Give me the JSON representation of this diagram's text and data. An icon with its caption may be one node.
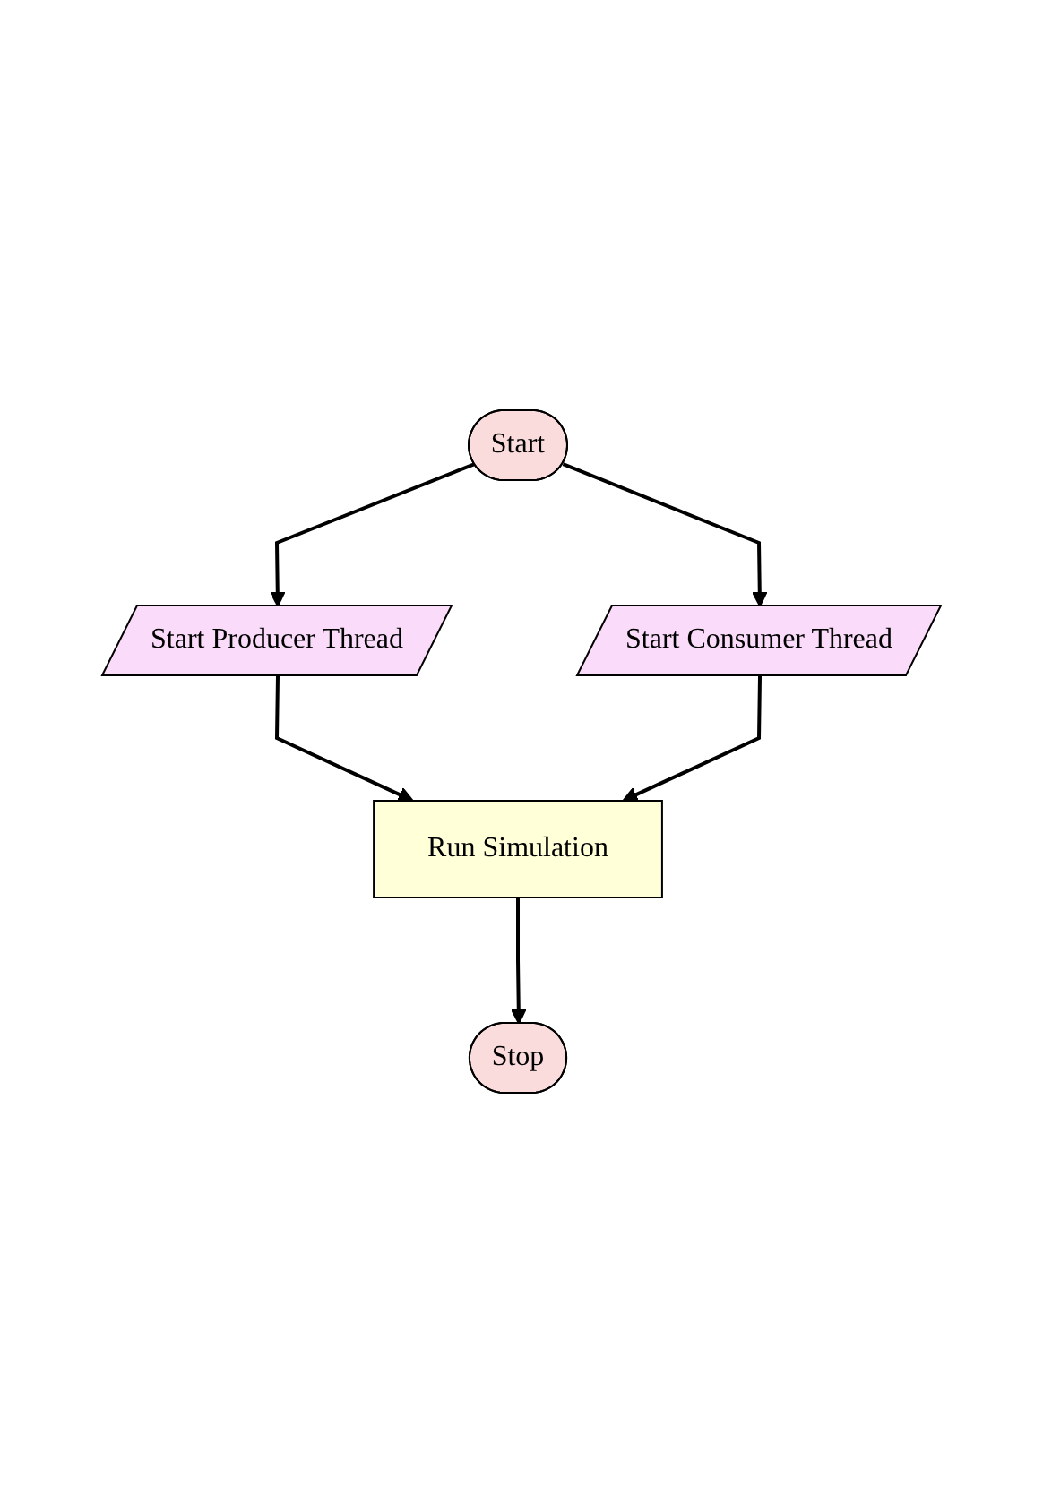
{
  "diagram": {
    "nodes": [
      {
        "text": [
          "Start"
        ]
      },
      {
        "text": [
          "Start Producer Thread"
        ]
      },
      {
        "text": [
          "Start Consumer Thread"
        ]
      },
      {
        "text": [
          "Run Simulation"
        ]
      },
      {
        "text": [
          "Stop"
        ]
      }
    ],
    "edges": [
      {
        "from": 0,
        "to": 1,
        "arrow": "to"
      },
      {
        "from": 0,
        "to": 2,
        "arrow": "to"
      },
      {
        "from": 1,
        "to": 3,
        "arrow": "to"
      },
      {
        "from": 2,
        "to": 3,
        "arrow": "to"
      },
      {
        "from": 3,
        "to": 4,
        "arrow": "to"
      }
    ]
  }
}
